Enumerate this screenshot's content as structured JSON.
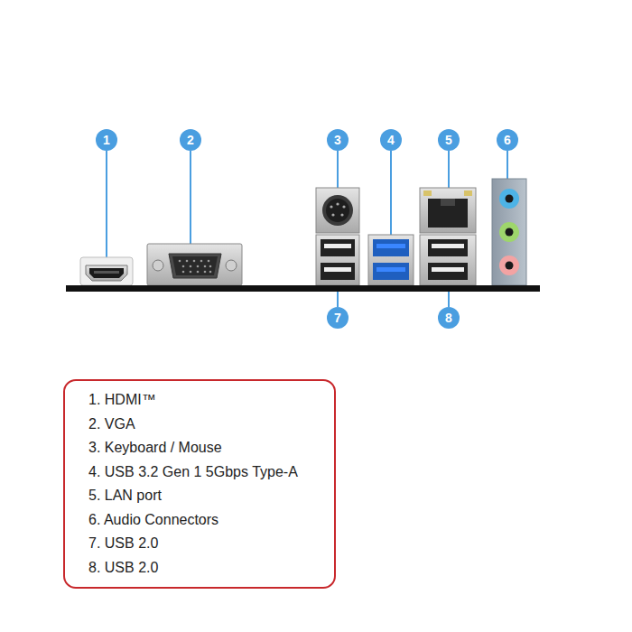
{
  "diagram": {
    "nodes": [
      {
        "text": [
          "1. HDMI™",
          "2. VGA",
          "3. Keyboard / Mouse",
          "4. USB 3.2 Gen 1 5Gbps Type-A",
          "5. LAN port",
          "6. Audio Connectors",
          "7. USB 2.0",
          "8. USB 2.0"
        ]
      }
    ],
    "labels": [
      "1",
      "2",
      "3",
      "4",
      "5",
      "6",
      "7",
      "8"
    ]
  }
}
